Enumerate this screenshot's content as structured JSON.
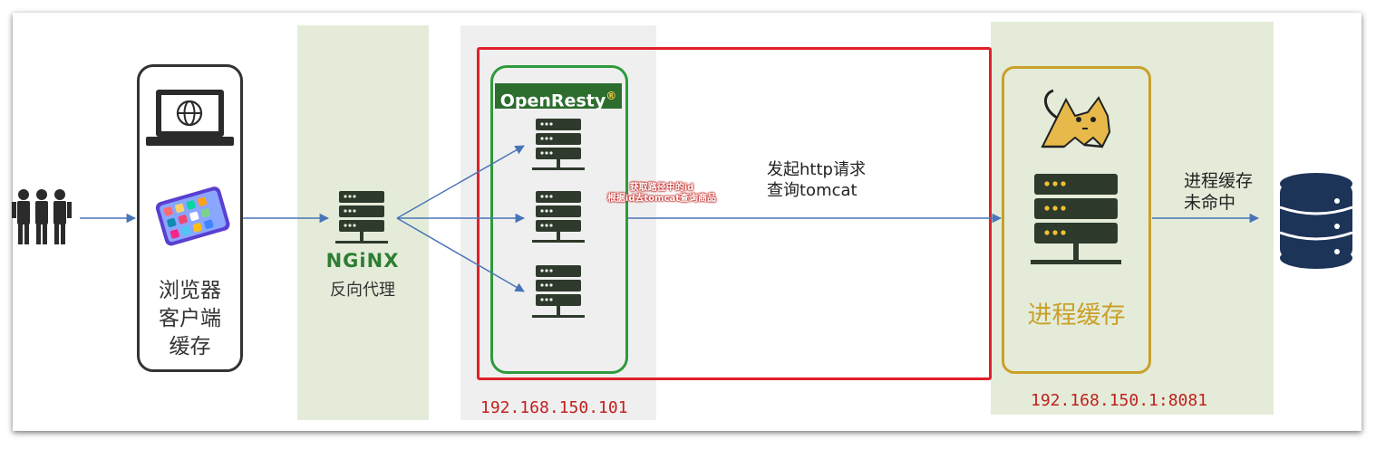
{
  "browser": {
    "label_line1": "浏览器",
    "label_line2": "客户端",
    "label_line3": "缓存"
  },
  "nginx": {
    "logo_text": "NGiNX",
    "label": "反向代理"
  },
  "openresty": {
    "logo_text": "OpenResty",
    "registered": "®",
    "ip": "192.168.150.101",
    "note_line1": "获取路径中的id",
    "note_line2": "根据id去tomcat查询商品"
  },
  "request": {
    "line1": "发起http请求",
    "line2": "查询tomcat"
  },
  "tomcat": {
    "cache_label": "进程缓存",
    "ip": "192.168.150.1:8081"
  },
  "miss": {
    "line1": "进程缓存",
    "line2": "未命中"
  },
  "colors": {
    "red_frame": "#e0202a",
    "green_frame": "#2f9a3c",
    "gold_frame": "#c9a02a",
    "arrow": "#4a74b8",
    "server": "#2e3a2b",
    "database": "#1d3459",
    "brand_green": "#2d7d32"
  }
}
